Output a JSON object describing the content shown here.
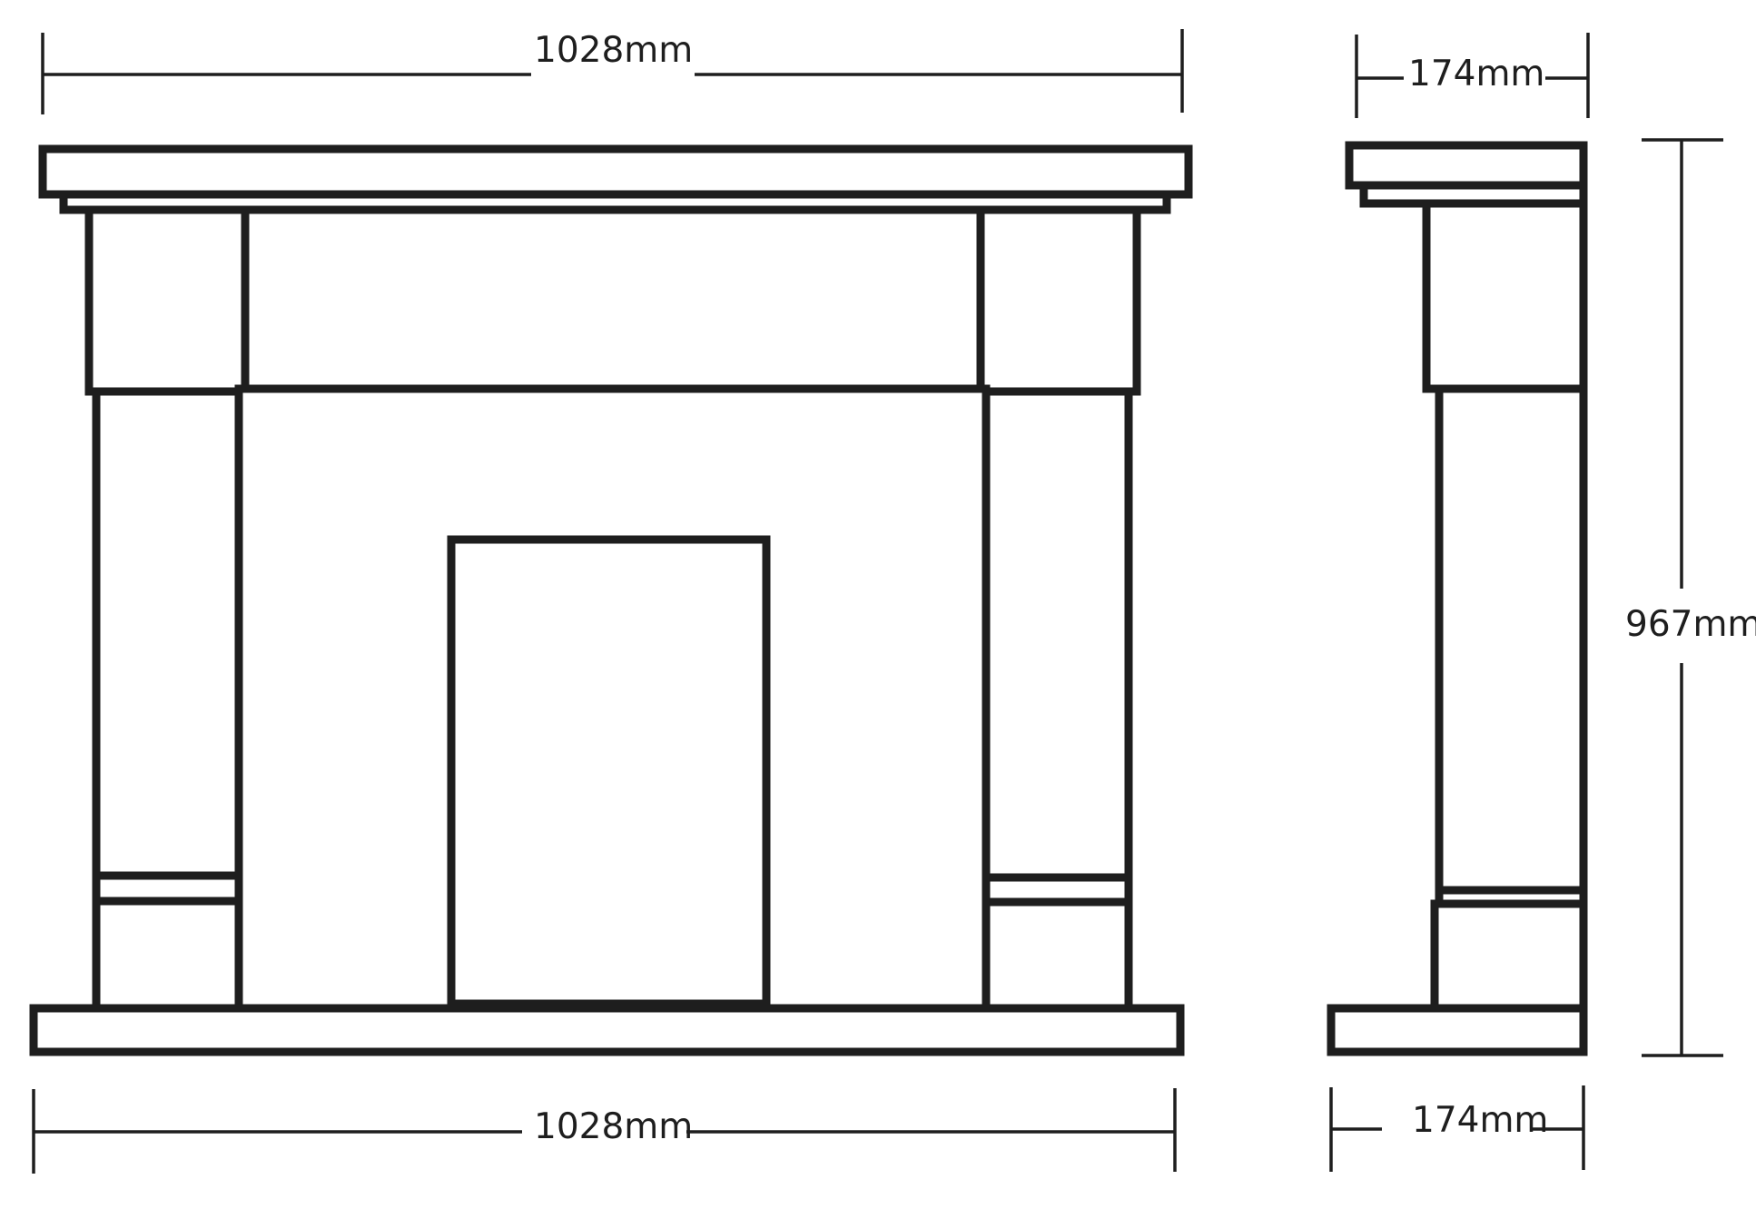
{
  "dimensions": {
    "front_top_width": "1028mm",
    "front_bottom_width": "1028mm",
    "side_top_depth": "174mm",
    "side_bottom_depth": "174mm",
    "side_height": "967mm"
  },
  "colors": {
    "line": "#1e1e1e",
    "background": "#ffffff"
  }
}
